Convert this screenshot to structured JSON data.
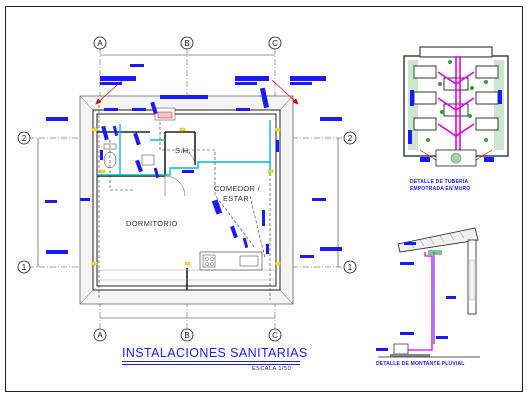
{
  "title": "INSTALACIONES SANITARIAS",
  "scale_text": "ESCALA 1/50",
  "rooms": {
    "sh": "S.H.",
    "comedor": "COMEDOR /",
    "estar": "ESTAR",
    "dormitorio": "DORMITORIO"
  },
  "axes": {
    "top": [
      "A",
      "B",
      "C"
    ],
    "bottom": [
      "A",
      "B",
      "C"
    ],
    "left": [
      "2",
      "1"
    ],
    "right": [
      "2",
      "1"
    ]
  },
  "details": {
    "tuberia_line1": "DETALLE DE TUBERIA",
    "tuberia_line2": "EMPOTRADA EN MURO",
    "pluvial": "DETALLE DE MONTANTE PLUVIAL"
  },
  "colors": {
    "annotation_blue": "#1a1aff",
    "pipe_cyan": "#00bcd4",
    "drain_magenta": "#e000e0",
    "hatch_green": "#2e9e3a",
    "marker_red": "#e00000",
    "marker_yellow": "#f2e600",
    "wall": "#222222"
  }
}
